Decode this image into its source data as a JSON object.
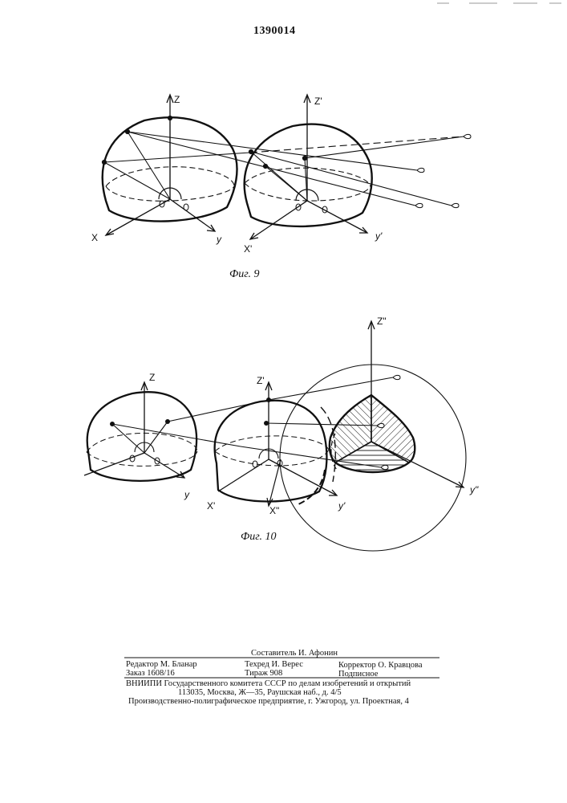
{
  "document": {
    "patent_number": "1390014",
    "figures": [
      {
        "caption": "Фиг. 9",
        "axis_labels": {
          "z1": "Z",
          "x1": "X",
          "y1": "y",
          "z2": "Z'",
          "x2": "X'",
          "y2": "y'"
        }
      },
      {
        "caption": "Фиг. 10",
        "axis_labels": {
          "z1": "Z",
          "y1": "y",
          "z2": "Z'",
          "x2": "X'",
          "y2": "y'",
          "x3": "X\"",
          "z3": "Z\"",
          "y3": "y\""
        }
      }
    ],
    "imprint": {
      "compiler": "Составитель И. Афонин",
      "editor": "Редактор М. Бланар",
      "techred": "Техред И. Верес",
      "corrector": "Корректор О. Кравцова",
      "order": "Заказ 1608/16",
      "circulation": "Тираж 908",
      "subscription": "Подписное",
      "institute": "ВНИИПИ Государственного комитета СССР по делам изобретений и открытий",
      "address": "113035, Москва, Ж—35, Раушская наб., д. 4/5",
      "printer": "Производственно-полиграфическое предприятие, г. Ужгород, ул. Проектная, 4"
    }
  }
}
